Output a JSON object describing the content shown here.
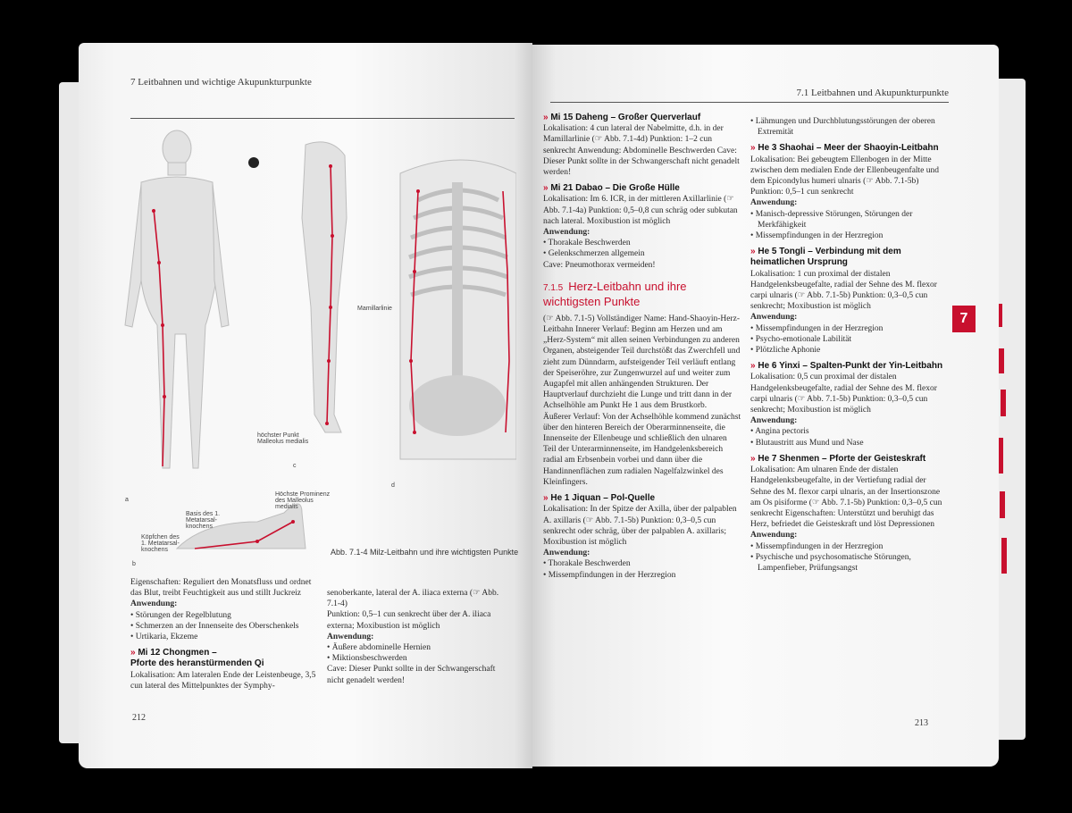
{
  "left_page": {
    "header": "7 Leitbahnen und wichtige Akupunkturpunkte",
    "page_number": "212",
    "figure_caption": "Abb. 7.1-4  Milz-Leitbahn und ihre wichtigsten Punkte",
    "figure_labels": {
      "a": "a",
      "b": "b",
      "c": "c",
      "d": "d",
      "h1": "höchster Punkt Malleolus medialis",
      "h2": "Höchste Prominenz des Malleolus medialis",
      "h3": "Basis des 1. Metatarsal-knochens",
      "h4": "Köpfchen des 1. Metatarsal-knochens",
      "mamillar": "Mamillarlinie"
    },
    "col1": {
      "intro1": "Eigenschaften: Reguliert den Monatsfluss und ordnet das Blut, treibt Feuchtigkeit aus und stillt Juckreiz",
      "anw": "Anwendung:",
      "items": [
        "Störungen der Regelblutung",
        "Schmerzen an der Innenseite des Oberschenkels",
        "Urtikaria, Ekzeme"
      ],
      "mi12_title": "Mi 12 Chongmen –",
      "mi12_sub": "Pforte des heranstürmenden Qi",
      "mi12_lok": "Lokalisation: Am lateralen Ende der Leistenbeuge, 3,5 cun lateral des Mittelpunktes der Symphy-"
    },
    "col2": {
      "cont": "senoberkante, lateral der A. iliaca externa (☞ Abb. 7.1-4)",
      "punktion": "Punktion: 0,5–1 cun senkrecht über der A. iliaca externa; Moxibustion ist möglich",
      "anw": "Anwendung:",
      "items": [
        "Äußere abdominelle Hernien",
        "Miktionsbeschwerden"
      ],
      "cave": "Cave: Dieser Punkt sollte in der Schwangerschaft nicht genadelt werden!"
    }
  },
  "right_page": {
    "header": "7.1 Leitbahnen und Akupunkturpunkte",
    "page_number": "213",
    "chapter_tab": "7",
    "col1": {
      "mi15_title": "Mi 15 Daheng – Großer Querverlauf",
      "mi15_text": "Lokalisation: 4 cun lateral der Nabelmitte, d.h. in der Mamillarlinie (☞ Abb. 7.1-4d) Punktion: 1–2 cun senkrecht Anwendung: Abdominelle Beschwerden Cave: Dieser Punkt sollte in der Schwangerschaft nicht genadelt werden!",
      "mi21_title": "Mi 21 Dabao – Die Große Hülle",
      "mi21_text": "Lokalisation: Im 6. ICR, in der mittleren Axillarlinie (☞ Abb. 7.1-4a) Punktion: 0,5–0,8 cun schräg oder subkutan nach lateral. Moxibustion ist möglich",
      "mi21_anw": "Anwendung:",
      "mi21_items": [
        "Thorakale Beschwerden",
        "Gelenkschmerzen allgemein"
      ],
      "mi21_cave": "Cave: Pneumothorax vermeiden!",
      "section_num": "7.1.5",
      "section_title": "Herz-Leitbahn und ihre wichtigsten Punkte",
      "he_text": "(☞ Abb. 7.1-5) Vollständiger Name: Hand-Shaoyin-Herz-Leitbahn Innerer Verlauf: Beginn am Herzen und am „Herz-System“ mit allen seinen Verbindungen zu anderen Organen, absteigender Teil durchstößt das Zwerchfell und zieht zum Dünndarm, aufsteigender Teil verläuft entlang der Speiseröhre, zur Zungenwurzel auf und weiter zum Augapfel mit allen anhängenden Strukturen. Der Hauptverlauf durchzieht die Lunge und tritt dann in der Achselhöhle am Punkt He 1 aus dem Brustkorb.",
      "he_aeuss": "Äußerer Verlauf: Von der Achselhöhle kommend zunächst über den hinteren Bereich der Oberarminnenseite, die Innenseite der Ellenbeuge und schließlich den ulnaren Teil der Unterarminnenseite, im Handgelenksbereich radial am Erbsenbein vorbei und dann über die Handinnenflächen zum radialen Nagelfalzwinkel des Kleinfingers.",
      "he1_title": "He 1 Jiquan – Pol-Quelle",
      "he1_text": "Lokalisation: In der Spitze der Axilla, über der palpablen A. axillaris (☞ Abb. 7.1-5b) Punktion: 0,3–0,5 cun senkrecht oder schräg, über der palpablen A. axillaris; Moxibustion ist möglich",
      "he1_anw": "Anwendung:",
      "he1_items": [
        "Thorakale Beschwerden",
        "Missempfindungen in der Herzregion"
      ]
    },
    "col2": {
      "top_item": "Lähmungen und Durchblutungsstörungen der oberen Extremität",
      "he3_title": "He 3 Shaohai – Meer der Shaoyin-Leitbahn",
      "he3_text": "Lokalisation: Bei gebeugtem Ellenbogen in der Mitte zwischen dem medialen Ende der Ellenbeugenfalte und dem Epicondylus humeri ulnaris (☞ Abb. 7.1-5b) Punktion: 0,5–1 cun senkrecht",
      "he3_anw": "Anwendung:",
      "he3_items": [
        "Manisch-depressive Störungen, Störungen der Merkfähigkeit",
        "Missempfindungen in der Herzregion"
      ],
      "he5_title": "He 5 Tongli – Verbindung mit dem heimatlichen Ursprung",
      "he5_text": "Lokalisation: 1 cun proximal der distalen Handgelenksbeugefalte, radial der Sehne des M. flexor carpi ulnaris (☞ Abb. 7.1-5b) Punktion: 0,3–0,5 cun senkrecht; Moxibustion ist möglich",
      "he5_anw": "Anwendung:",
      "he5_items": [
        "Missempfindungen in der Herzregion",
        "Psycho-emotionale Labilität",
        "Plötzliche Aphonie"
      ],
      "he6_title": "He 6 Yinxi – Spalten-Punkt der Yin-Leitbahn",
      "he6_text": "Lokalisation: 0,5 cun proximal der distalen Handgelenksbeugefalte, radial der Sehne des M. flexor carpi ulnaris (☞ Abb. 7.1-5b) Punktion: 0,3–0,5 cun senkrecht; Moxibustion ist möglich",
      "he6_anw": "Anwendung:",
      "he6_items": [
        "Angina pectoris",
        "Blutaustritt aus Mund und Nase"
      ],
      "he7_title": "He 7 Shenmen – Pforte der Geisteskraft",
      "he7_text": "Lokalisation: Am ulnaren Ende der distalen Handgelenksbeugefalte, in der Vertiefung radial der Sehne des M. flexor carpi ulnaris, an der Insertionszone am Os pisiforme (☞ Abb. 7.1-5b) Punktion: 0,3–0,5 cun senkrecht Eigenschaften: Unterstützt und beruhigt das Herz, befriedet die Geisteskraft und löst Depressionen",
      "he7_anw": "Anwendung:",
      "he7_items": [
        "Missempfindungen in der Herzregion",
        "Psychische und psychosomatische Störungen, Lampenfieber, Prüfungsangst"
      ]
    }
  },
  "colors": {
    "accent": "#c8102e",
    "page": "#f8f8f8",
    "background": "#000000"
  }
}
